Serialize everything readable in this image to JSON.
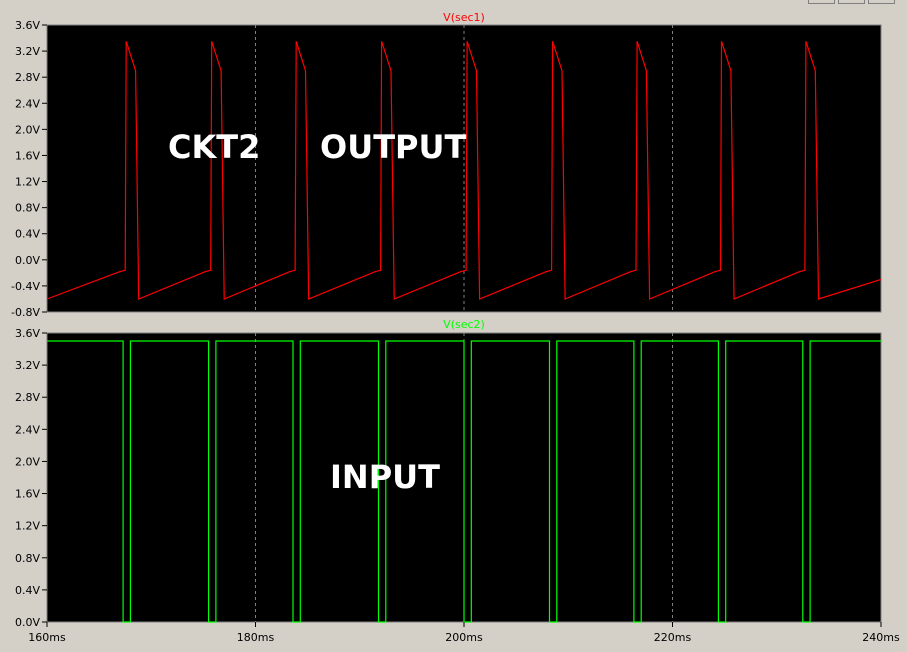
{
  "window": {
    "controls": [
      "minimize",
      "maximize",
      "close"
    ]
  },
  "chart_data": [
    {
      "type": "line",
      "title": "V(sec1)",
      "series": [
        {
          "name": "V(sec1)",
          "color": "#ff0000",
          "x": [
            160.0,
            167.0,
            167.5,
            167.6,
            168.5,
            168.8,
            175.2,
            175.7,
            175.8,
            176.7,
            177.0,
            183.3,
            183.8,
            183.9,
            184.8,
            185.1,
            191.5,
            192.0,
            192.1,
            193.0,
            193.3,
            199.7,
            200.2,
            200.3,
            201.2,
            201.5,
            207.9,
            208.4,
            208.5,
            209.4,
            209.7,
            216.0,
            216.5,
            216.6,
            217.5,
            217.8,
            224.1,
            224.6,
            224.7,
            225.6,
            225.9,
            232.2,
            232.7,
            232.8,
            233.7,
            234.0,
            240.0
          ],
          "y": [
            -0.6,
            -0.18,
            -0.16,
            3.35,
            2.9,
            -0.6,
            -0.18,
            -0.16,
            3.35,
            2.9,
            -0.6,
            -0.18,
            -0.16,
            3.35,
            2.9,
            -0.6,
            -0.18,
            -0.16,
            3.35,
            2.9,
            -0.6,
            -0.18,
            -0.16,
            3.35,
            2.9,
            -0.6,
            -0.18,
            -0.16,
            3.35,
            2.9,
            -0.6,
            -0.18,
            -0.16,
            3.35,
            2.9,
            -0.6,
            -0.18,
            -0.16,
            3.35,
            2.9,
            -0.6,
            -0.18,
            -0.16,
            3.35,
            2.9,
            -0.6,
            -0.3
          ]
        }
      ],
      "xlim": [
        160,
        240
      ],
      "ylim": [
        -0.8,
        3.6
      ],
      "y_ticks": [
        "3.6V",
        "3.2V",
        "2.8V",
        "2.4V",
        "2.0V",
        "1.6V",
        "1.2V",
        "0.8V",
        "0.4V",
        "0.0V",
        "-0.4V",
        "-0.8V"
      ],
      "y_tick_values": [
        3.6,
        3.2,
        2.8,
        2.4,
        2.0,
        1.6,
        1.2,
        0.8,
        0.4,
        0.0,
        -0.4,
        -0.8
      ],
      "x_gridlines": [
        180,
        200,
        220
      ],
      "grid": true,
      "annotations": [
        "CKT2",
        "OUTPUT"
      ]
    },
    {
      "type": "line",
      "title": "V(sec2)",
      "series": [
        {
          "name": "V(sec2)",
          "color": "#00ff00",
          "x": [
            160.0,
            167.3,
            167.3,
            168.0,
            168.0,
            175.5,
            175.5,
            176.2,
            176.2,
            183.6,
            183.6,
            184.3,
            184.3,
            191.8,
            191.8,
            192.5,
            192.5,
            200.0,
            200.0,
            200.7,
            200.7,
            208.2,
            208.2,
            208.9,
            208.9,
            216.3,
            216.3,
            217.0,
            217.0,
            224.4,
            224.4,
            225.1,
            225.1,
            232.5,
            232.5,
            233.2,
            233.2,
            240.0
          ],
          "y": [
            3.5,
            3.5,
            0.0,
            0.0,
            3.5,
            3.5,
            0.0,
            0.0,
            3.5,
            3.5,
            0.0,
            0.0,
            3.5,
            3.5,
            0.0,
            0.0,
            3.5,
            3.5,
            0.0,
            0.0,
            3.5,
            3.5,
            0.0,
            0.0,
            3.5,
            3.5,
            0.0,
            0.0,
            3.5,
            3.5,
            0.0,
            0.0,
            3.5,
            3.5,
            0.0,
            0.0,
            3.5,
            3.5
          ]
        }
      ],
      "xlim": [
        160,
        240
      ],
      "ylim": [
        0.0,
        3.6
      ],
      "y_ticks": [
        "3.6V",
        "3.2V",
        "2.8V",
        "2.4V",
        "2.0V",
        "1.6V",
        "1.2V",
        "0.8V",
        "0.4V",
        "0.0V"
      ],
      "y_tick_values": [
        3.6,
        3.2,
        2.8,
        2.4,
        2.0,
        1.6,
        1.2,
        0.8,
        0.4,
        0.0
      ],
      "x_ticks": [
        "160ms",
        "180ms",
        "200ms",
        "220ms",
        "240ms"
      ],
      "x_tick_values": [
        160,
        180,
        200,
        220,
        240
      ],
      "grid": true,
      "annotations": [
        "INPUT"
      ]
    }
  ]
}
